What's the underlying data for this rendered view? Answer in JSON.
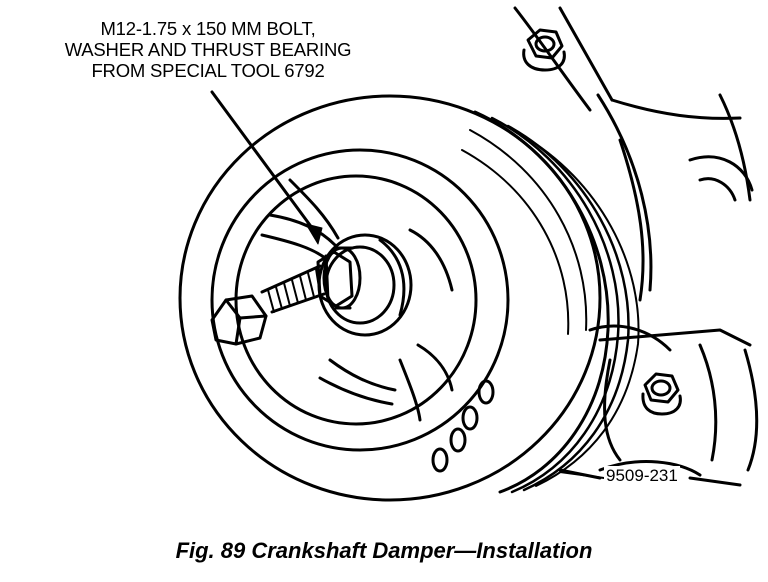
{
  "callout": {
    "line1": "M12-1.75 x 150 MM BOLT,",
    "line2": "WASHER AND THRUST BEARING",
    "line3": "FROM SPECIAL TOOL 6792"
  },
  "part_number": "9509-231",
  "caption": "Fig. 89 Crankshaft Damper—Installation"
}
